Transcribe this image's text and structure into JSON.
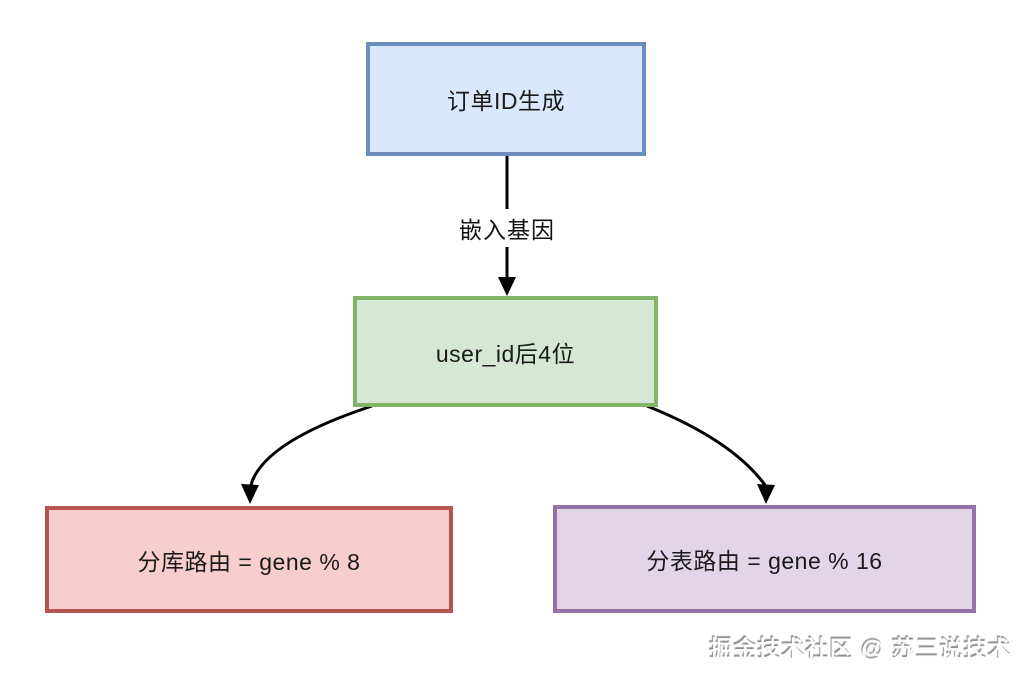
{
  "diagram": {
    "nodes": [
      {
        "id": "order-id-gen",
        "label": "订单ID生成",
        "fill": "#dae8fc",
        "border": "#6c8ebf"
      },
      {
        "id": "user-id-gene",
        "label": "user_id后4位",
        "fill": "#d5e8d4",
        "border": "#82b366"
      },
      {
        "id": "db-routing",
        "label": "分库路由 = gene % 8",
        "fill": "#f8cecc",
        "border": "#b85450"
      },
      {
        "id": "table-routing",
        "label": "分表路由 = gene % 16",
        "fill": "#e1d5e7",
        "border": "#9673a6"
      }
    ],
    "edges": [
      {
        "from": "order-id-gen",
        "to": "user-id-gene",
        "label": "嵌入基因"
      },
      {
        "from": "user-id-gene",
        "to": "db-routing",
        "label": ""
      },
      {
        "from": "user-id-gene",
        "to": "table-routing",
        "label": ""
      }
    ],
    "arrow_color": "#000000",
    "background": "#ffffff"
  },
  "watermark": {
    "text": "掘金技术社区 @ 苏三说技术"
  }
}
